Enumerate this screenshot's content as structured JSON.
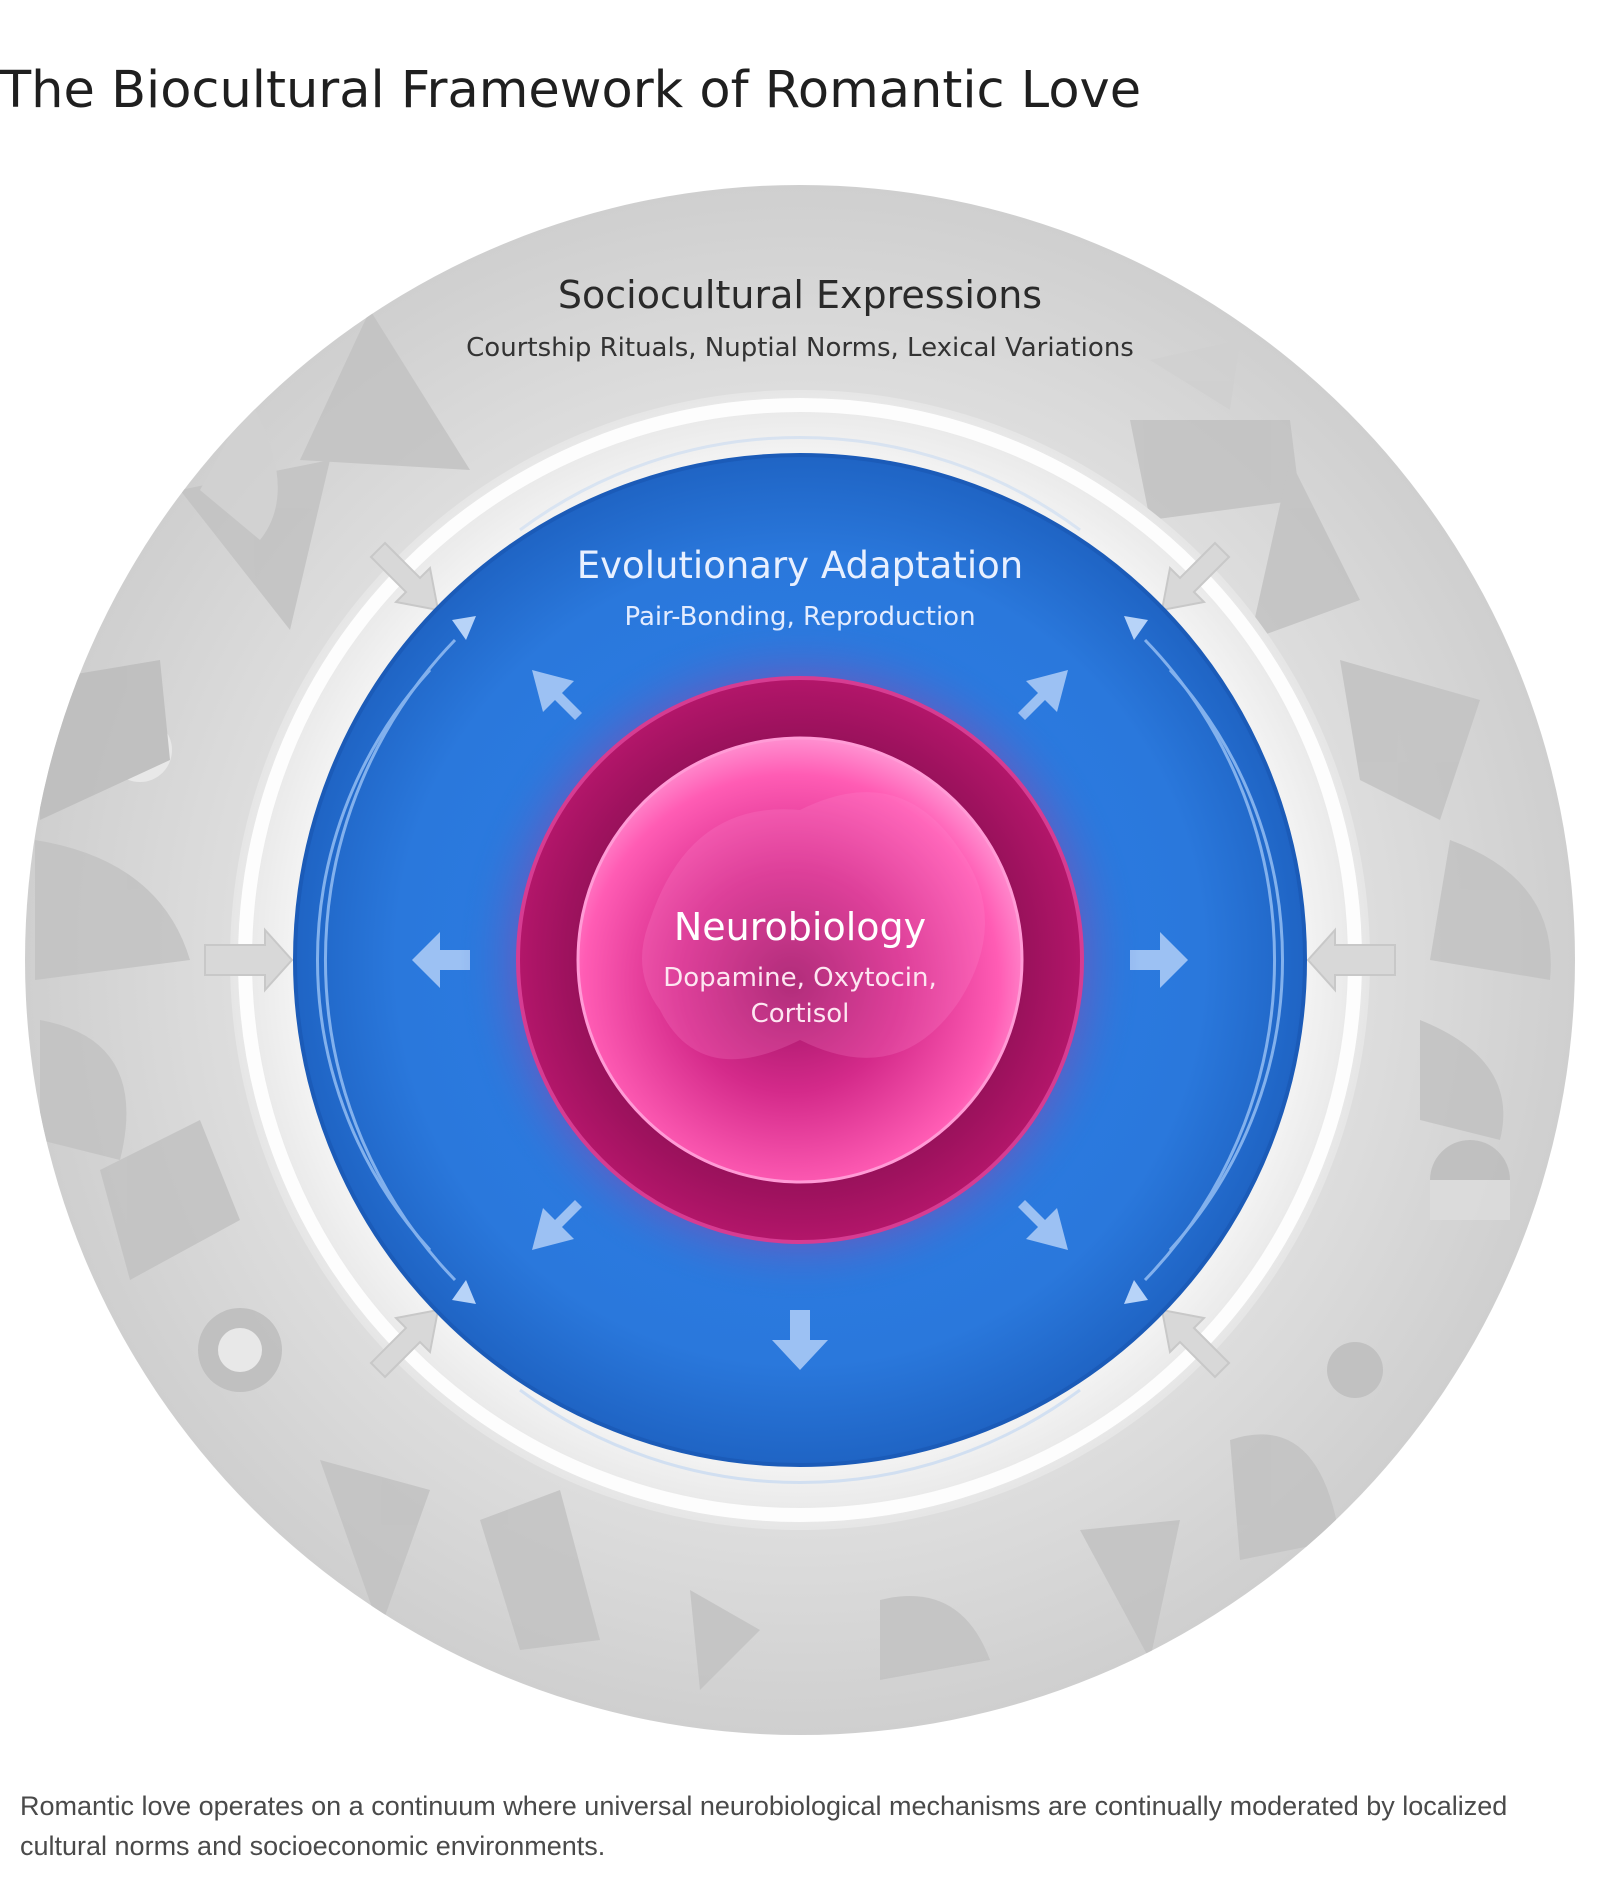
{
  "title": "The Biocultural Framework of Romantic Love",
  "diagram": {
    "outer_ring": {
      "title": "Sociocultural Expressions",
      "subtitle": "Courtship Rituals, Nuptial Norms, Lexical Variations"
    },
    "middle_ring": {
      "title": "Evolutionary Adaptation",
      "subtitle": "Pair-Bonding, Reproduction"
    },
    "core": {
      "title": "Neurobiology",
      "subtitle_line1": "Dopamine, Oxytocin,",
      "subtitle_line2": "Cortisol"
    },
    "colors": {
      "outer_ring": "#c9c9c9",
      "outer_pattern": "#b5b5b5",
      "gap_ring": "#ececec",
      "middle_ring": "#2a78dc",
      "core_outer": "#a3125e",
      "core_inner": "#ff4fae"
    }
  },
  "caption": "Romantic love operates on a continuum where universal neurobiological mechanisms are continually moderated by localized cultural norms and socioeconomic environments."
}
